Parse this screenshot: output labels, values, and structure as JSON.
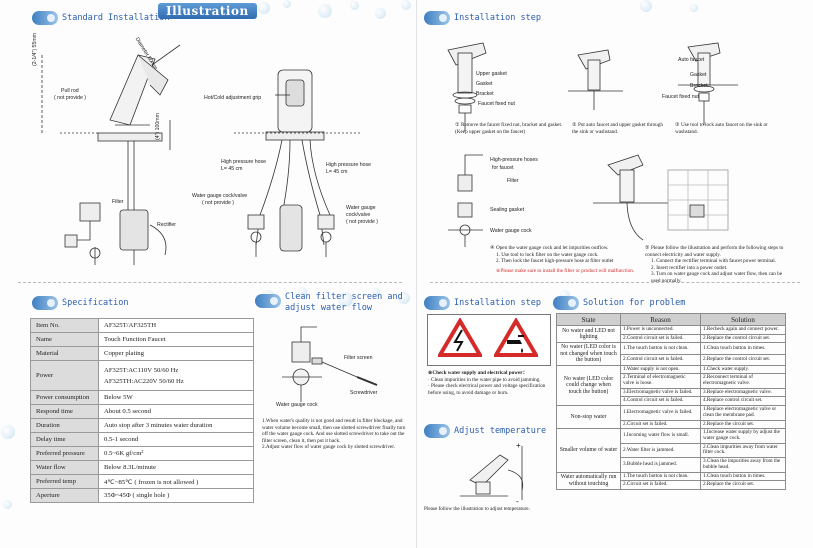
{
  "header": {
    "illustration_title": "Illustration"
  },
  "sections": {
    "standard_installation": "Standard Installation",
    "installation_step_1": "Installation step",
    "specification": "Specification",
    "clean_filter": "Clean filter screen and adjust water flow",
    "installation_step_2": "Installation step",
    "solution": "Solution for problem",
    "adjust_temperature": "Adjust temperature"
  },
  "standard_labels": {
    "diameter": "Diameter 50mm",
    "height": "(2-1/4\") 55mm",
    "pull_rod": "Pull rod",
    "pull_rod_note": "( not provide )",
    "four_inch": "(4\") 100mm",
    "filter": "Filter",
    "rectifier": "Rectifier",
    "hot_cold": "Hot/Cold adjustment grip",
    "hp_hose_left": "High pressure hose",
    "hp_hose_left_len": "L= 45 cm",
    "hp_hose_right": "High pressure hose",
    "hp_hose_right_len": "L= 45 cm",
    "cock_left": "Water gauge cock/valve",
    "cock_left_note": "( not provide )",
    "cock_right_1": "Water gauge",
    "cock_right_2": "cock/valve",
    "cock_right_3": "( not provide )"
  },
  "install_labels": {
    "upper_gasket": "Upper gasket",
    "gasket": "Gasket",
    "bracket": "Bracket",
    "fixed_nut": "Faucet fixed nut",
    "auto_faucet": "Auto faucet",
    "gasket2": "Gasket",
    "bracket2": "Bracket",
    "fixed_nut2": "Faucet fixed nut",
    "step1": "① Remove the faucet fixed nut, bracket and gasket.",
    "step1b": "(Keep upper gasket on the faucet)",
    "step2": "② Put auto faucet and upper gasket through the sink or washstand.",
    "step3": "③ Use tool to lock auto faucet on the sink or washstand.",
    "hp_hoses": "High-pressure hoses",
    "for_faucet": "for faucet",
    "filter": "Filter",
    "sealing_gasket": "Sealing gasket",
    "water_gauge_cock": "Water gauge cock",
    "step4": "④ Open the water gauge cock and let impurities outflow.",
    "step4a": "1. Use tool to lock filter on the water gauge cock.",
    "step4b": "2. Then lock the faucet high-pressure hose at filter outlet",
    "step4_warn": "※Please make sure to install the filter or product will malfunction.",
    "step5": "⑤ Please follow the illustration and perform the following steps to connect electricity and water supply.",
    "step5a": "1. Connect the rectifier terminal with faucet power terminal.",
    "step5b": "2. Insert rectifier into a power outlet.",
    "step5c": "3. Turn on water gauge cock and adjust water flow, then can be used normally."
  },
  "specification": [
    {
      "key": "Item No.",
      "value": "AF325T/AF325TH"
    },
    {
      "key": "Name",
      "value": "Touch Function Faucet"
    },
    {
      "key": "Material",
      "value": "Copper plating"
    },
    {
      "key": "Power",
      "value": "AF325T:AC110V 50/60 Hz",
      "value2": "AF325TH:AC220V 50/60 Hz"
    },
    {
      "key": "Power consumption",
      "value": "Below 5W"
    },
    {
      "key": "Respond time",
      "value": "About 0.5 second"
    },
    {
      "key": "Duration",
      "value": "Auto stop after 3 minutes water duration"
    },
    {
      "key": "Delay time",
      "value": "0.5-1 second"
    },
    {
      "key": "Preferred pressure",
      "value": "0.5~6K gf/cm²"
    },
    {
      "key": "Water flow",
      "value": "Below 8.3L/minute"
    },
    {
      "key": "Preferred temp",
      "value": "4℃~85℃ ( frozen is not allowed )"
    },
    {
      "key": "Aperture",
      "value": "35Φ~45Φ ( single hole )"
    }
  ],
  "clean_filter": {
    "filter_screen": "Filter screen",
    "screwdriver": "Screwdriver",
    "water_gauge_cock": "Water gauge cock",
    "note1": "1.When water's quality is not good and result in filter blockage, and water volume become small, then use slotted screwdriver finally turn off the water gauge cock. And use slotted screwdriver to take out the filter screen, clean it, then put it back.",
    "note2": "2.Adjust water flow of water gauge cock by slotted screwdriver."
  },
  "check": {
    "title": "※Check water supply and electrical power：",
    "item1": "· Clean impurities in the water pipe to avoid jamming.",
    "item2": "· Please check electrical power and voltage specification before using, to avoid damage or burn."
  },
  "adjust_temperature_note": "Please follow the illustration to adjust temperature.",
  "solution_table": {
    "headers": [
      "State",
      "Reason",
      "Solution"
    ],
    "groups": [
      {
        "state": "No water and LED not lighting",
        "rows": [
          {
            "reason": "1.Power is unconnected.",
            "solution": "1.Recheck again and connect power."
          },
          {
            "reason": "2.Control circuit set is failed.",
            "solution": "2.Replace the control circuit set."
          }
        ]
      },
      {
        "state": "No water (LED color is not changed when touch the button)",
        "rows": [
          {
            "reason": "1.The touch button is not clean.",
            "solution": "1.Clean touch button in times."
          },
          {
            "reason": "2.Control circuit set is failed.",
            "solution": "2.Replace the control circuit set."
          }
        ]
      },
      {
        "state": "No water (LED color could change when touch the button)",
        "rows": [
          {
            "reason": "1.Water supply is not open.",
            "solution": "1.Check water supply."
          },
          {
            "reason": "2.Terminal of electromagnetic valve is loose.",
            "solution": "2.Reconnect terminal of electromagnetic valve."
          },
          {
            "reason": "3.Electromagnetic valve is failed.",
            "solution": "3.Replace electromagnetic valve."
          },
          {
            "reason": "4.Control circuit set is failed.",
            "solution": "4.Replace control circuit set."
          }
        ]
      },
      {
        "state": "Non-stop water",
        "rows": [
          {
            "reason": "1.Electromagnetic valve is failed.",
            "solution": "1.Replace electromagnetic valve or clean the membrane pad."
          },
          {
            "reason": "2.Circuit set is failed.",
            "solution": "2.Replace the circuit set."
          }
        ]
      },
      {
        "state": "Smaller volume of water",
        "rows": [
          {
            "reason": "1.Incoming water flow is small.",
            "solution": "1.Increase water supply by adjust the water gauge cock."
          },
          {
            "reason": "2.Water filter is jammed.",
            "solution": "2.Clean impurities away from water filter cock."
          },
          {
            "reason": "3.Bubble head is jammed.",
            "solution": "3.Clean the impurities away from the bubble head."
          }
        ]
      },
      {
        "state": "Water automatically run without touching",
        "rows": [
          {
            "reason": "1.The touch button is not clean.",
            "solution": "1.Clean touch button in times."
          },
          {
            "reason": "2.Circuit set is failed.",
            "solution": "2.Replace the circuit set."
          }
        ]
      }
    ]
  }
}
